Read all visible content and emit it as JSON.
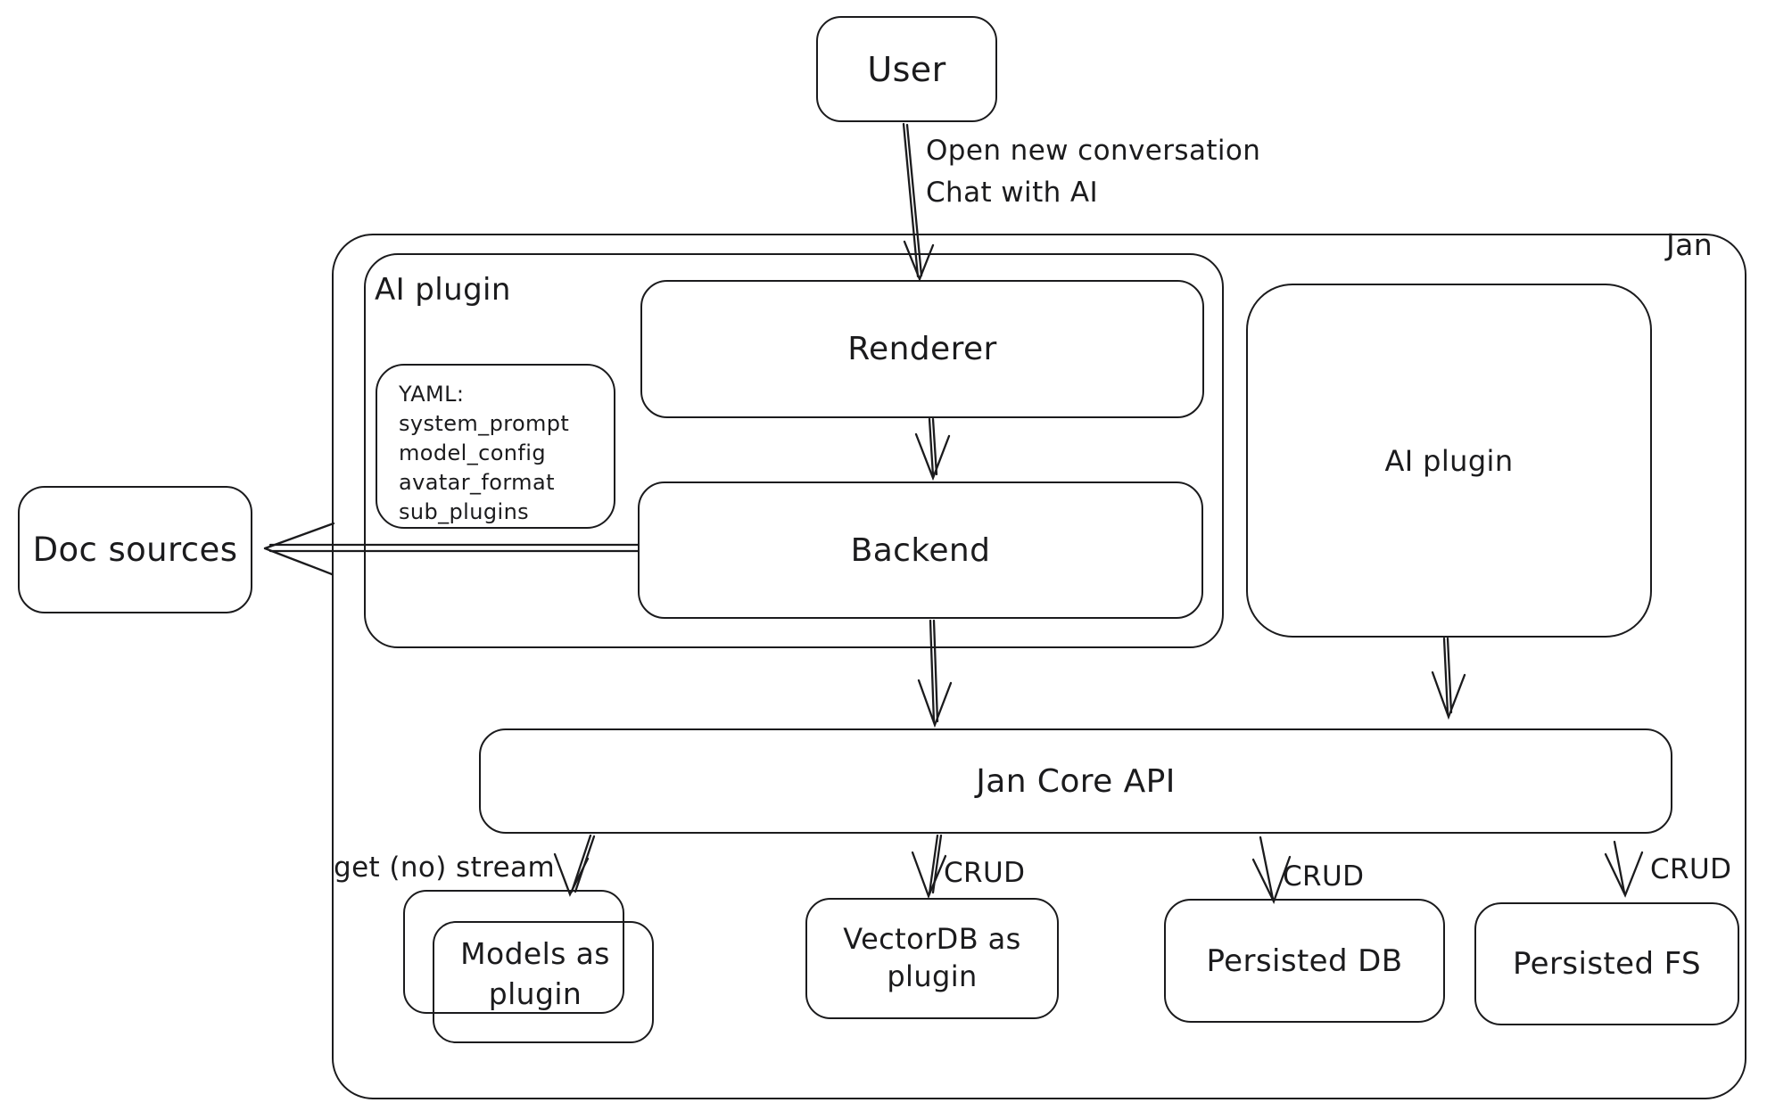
{
  "diagram": {
    "title": "Jan",
    "colors": {
      "stroke": "#1b1b1d",
      "background": "#ffffff"
    },
    "nodes": {
      "user": "User",
      "ai_plugin_left": "AI plugin",
      "renderer": "Renderer",
      "backend": "Backend",
      "yaml_note": "YAML:\nsystem_prompt\nmodel_config\navatar_format\nsub_plugins",
      "ai_plugin_right": "AI plugin",
      "doc_sources": "Doc sources",
      "jan_core_api": "Jan Core API",
      "models_plugin": "Models as plugin",
      "vectordb_plugin": "VectorDB as plugin",
      "persisted_db": "Persisted DB",
      "persisted_fs": "Persisted FS"
    },
    "edge_labels": {
      "user_flow": "Open new conversation\nChat with AI",
      "models_edge": "get (no) stream",
      "vectordb_edge": "CRUD",
      "persisted_db_edge": "CRUD",
      "persisted_fs_edge": "CRUD"
    }
  }
}
